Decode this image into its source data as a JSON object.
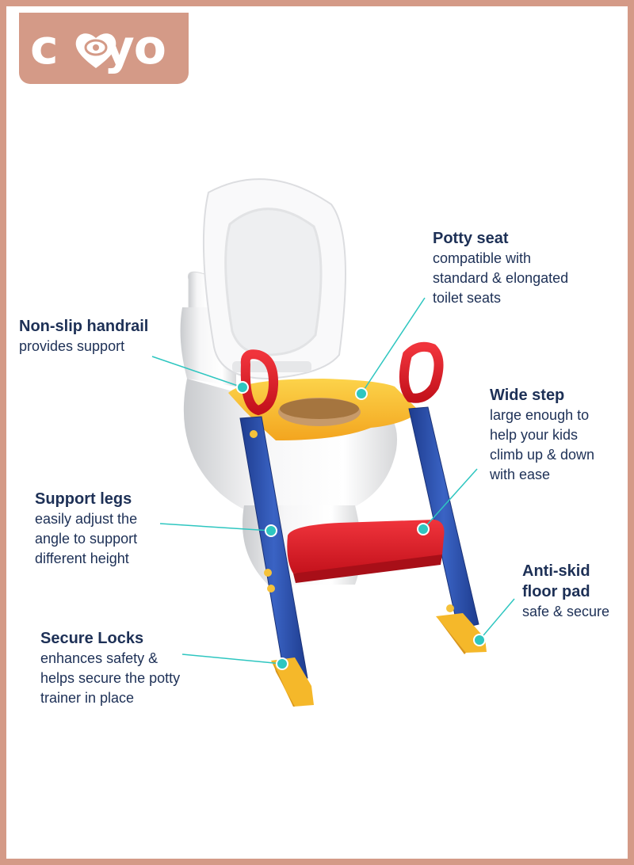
{
  "brand": {
    "logo_left": "c",
    "logo_right": "yo",
    "background_color": "#d49a87"
  },
  "callouts": {
    "potty_seat": {
      "title": "Potty seat",
      "desc": "compatible with\nstandard & elongated\ntoilet seats"
    },
    "handrail": {
      "title": "Non-slip handrail",
      "desc": "provides support"
    },
    "wide_step": {
      "title": "Wide step",
      "desc": "large enough to\nhelp your kids\nclimb up & down\nwith ease"
    },
    "support_legs": {
      "title": "Support legs",
      "desc": "easily adjust the\nangle to support\ndifferent height"
    },
    "anti_skid": {
      "title": "Anti-skid\nfloor pad",
      "desc": "safe & secure"
    },
    "secure_locks": {
      "title": "Secure Locks",
      "desc": "enhances safety &\nhelps secure the potty\ntrainer in place"
    }
  },
  "colors": {
    "text": "#1d3056",
    "leader_line": "#2ec6c0",
    "frame": "#d49a87",
    "ladder_blue": "#2b4fa8",
    "step_red": "#e01f2b",
    "seat_yellow": "#f9c02a"
  }
}
